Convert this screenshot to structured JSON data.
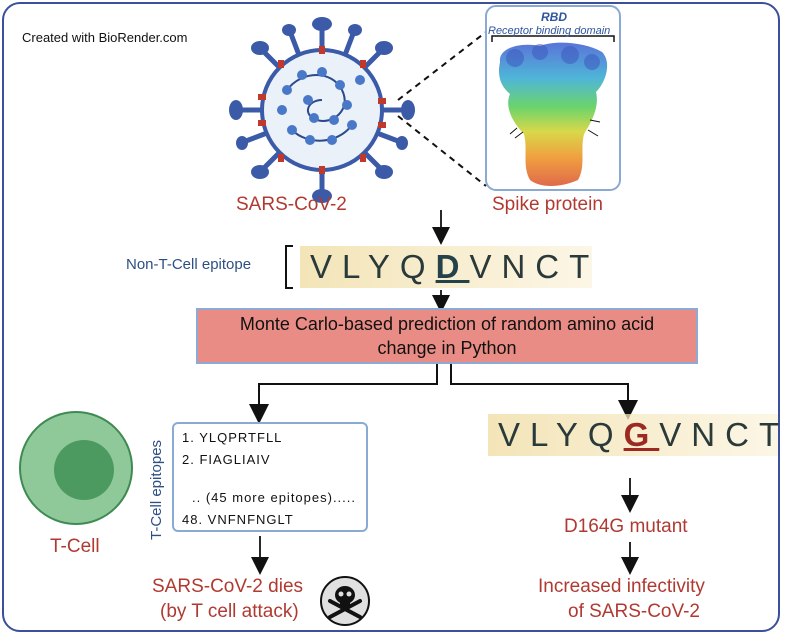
{
  "credit": "Created with BioRender.com",
  "virus": {
    "label": "SARS-CoV-2",
    "color": "#3b5aa8"
  },
  "spike": {
    "label": "Spike protein",
    "rbd_title": "RBD",
    "rbd_subtitle": "Receptor binding domain"
  },
  "non_tcell": {
    "label": "Non-T-Cell  epitope",
    "sequence_before": "VLYQ",
    "mutated_residue": "D",
    "sequence_after": "VNCT"
  },
  "process": {
    "label": "Monte Carlo-based prediction of random amino acid change in Python",
    "color": "#ea8c86"
  },
  "tcell_epitopes": {
    "label": "T-Cell  epitopes",
    "items": [
      "1. YLQPRTFLL",
      "2. FIAGLIAIV",
      ".. (45 more epitopes).....",
      "48. VNFNFNGLT"
    ]
  },
  "tcell": {
    "label": "T-Cell",
    "outer_color": "#8fc99a",
    "inner_color": "#4c9a5f"
  },
  "outcome_left": {
    "line1": "SARS-CoV-2 dies",
    "line2": "(by T cell attack)"
  },
  "mutant_seq": {
    "sequence_before": "VLYQ",
    "mutated_residue": "G",
    "sequence_after": "VNCT"
  },
  "mutant": {
    "label": "D164G mutant"
  },
  "outcome_right": {
    "line1": "Increased infectivity",
    "line2": "of SARS-CoV-2"
  },
  "accent_red": "#b03a32",
  "accent_blue": "#2d4f84"
}
